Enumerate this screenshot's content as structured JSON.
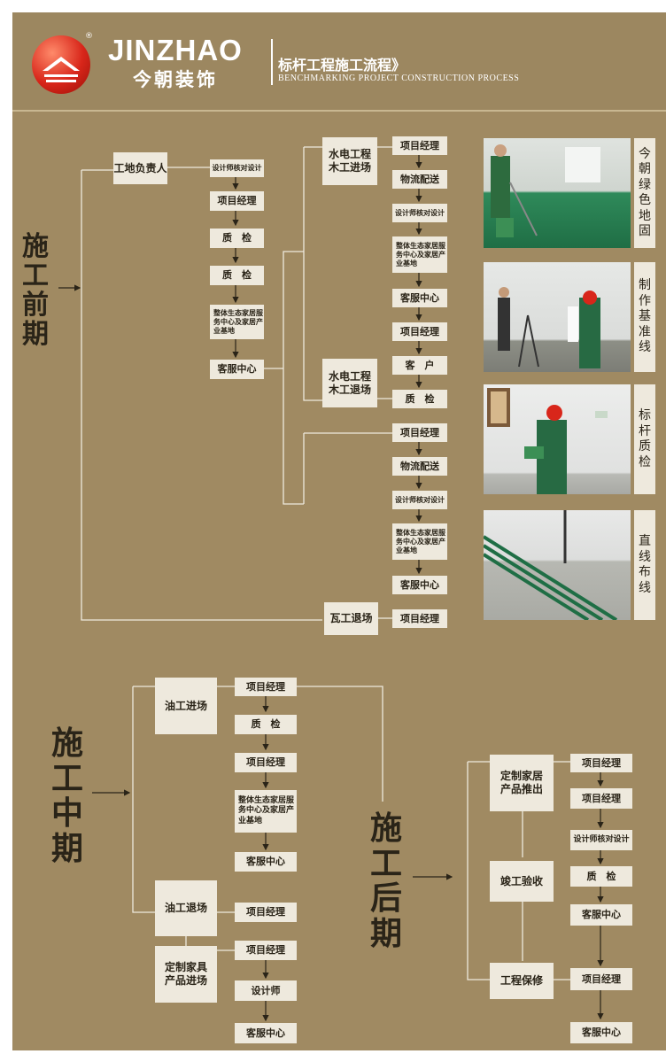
{
  "header": {
    "brand_en": "JINZHAO",
    "brand_cn": "今朝装饰",
    "registered": "®",
    "title_cn": "标杆工程施工流程》",
    "title_en": "BENCHMARKING PROJECT CONSTRUCTION PROCESS"
  },
  "phases": {
    "early": "施工前期",
    "middle": "施工中期",
    "late": "施工后期"
  },
  "early": {
    "col1": {
      "head": "工地负责人",
      "steps": [
        "设计师核对设计",
        "项目经理",
        "质　检",
        "质　检",
        "整体生态家居服务中心及家居产业基地",
        "客服中心"
      ]
    },
    "mep": {
      "head": "水电工程木工进场",
      "steps": [
        "项目经理",
        "物流配送",
        "设计师核对设计",
        "整体生态家居服务中心及家居产业基地",
        "客服中心",
        "项目经理"
      ]
    },
    "mep_exit": {
      "head": "水电工程木工退场",
      "steps": [
        "客　户",
        "质　检"
      ]
    },
    "tile": {
      "steps": [
        "项目经理",
        "物流配送",
        "设计师核对设计",
        "整体生态家居服务中心及家居产业基地",
        "客服中心"
      ]
    },
    "tile_exit": {
      "head": "瓦工退场",
      "step": "项目经理"
    }
  },
  "photos": [
    {
      "caption": "今朝绿色地固",
      "icon": "worker-painting-floor-photo"
    },
    {
      "caption": "制作基准线",
      "icon": "laser-level-photo"
    },
    {
      "caption": "标杆质检",
      "icon": "quality-inspection-photo"
    },
    {
      "caption": "直线布线",
      "icon": "wiring-conduit-photo"
    }
  ],
  "middle": {
    "paint_in": {
      "head": "油工进场",
      "steps": [
        "项目经理",
        "质　检",
        "项目经理",
        "整体生态家居服务中心及家居产业基地",
        "客服中心"
      ]
    },
    "paint_out": {
      "head": "油工退场",
      "step": "项目经理"
    },
    "furniture": {
      "head": "定制家具产品进场",
      "steps": [
        "项目经理",
        "设计师",
        "客服中心"
      ]
    }
  },
  "late": {
    "custom": {
      "head": "定制家居产品推出"
    },
    "acceptance": {
      "head": "竣工验收"
    },
    "warranty": {
      "head": "工程保修"
    },
    "steps": [
      "项目经理",
      "项目经理",
      "设计师核对设计",
      "质　检",
      "客服中心",
      "项目经理",
      "客服中心"
    ]
  },
  "colors": {
    "panel": "#a08a62",
    "box": "#eee9dd",
    "line": "#eee9dd",
    "text": "#2a2418",
    "logo_red": "#d8261a"
  }
}
